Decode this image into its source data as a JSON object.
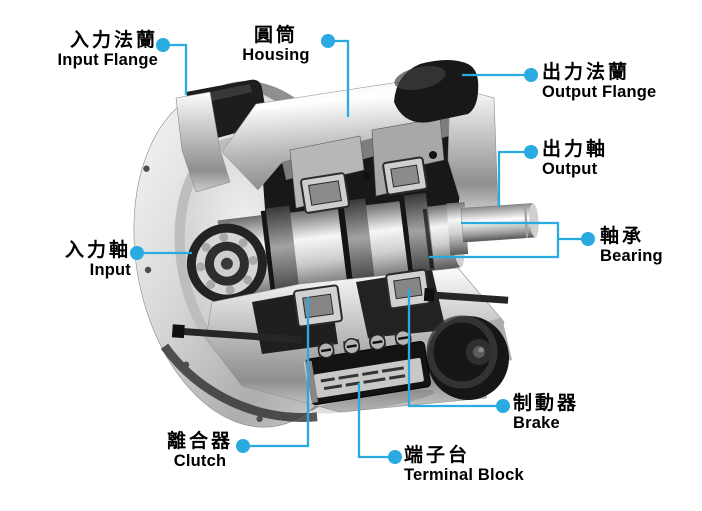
{
  "diagram": {
    "title_hint": "clutch-brake unit cutaway diagram",
    "background": "#ffffff",
    "accent_color": "#29abe2",
    "label_color": "#000000",
    "labels": [
      {
        "id": "input-flange",
        "zh": "入力法蘭",
        "en": "Input Flange"
      },
      {
        "id": "housing",
        "zh": "圓筒",
        "en": "Housing"
      },
      {
        "id": "output-flange",
        "zh": "出力法蘭",
        "en": "Output Flange"
      },
      {
        "id": "output-shaft",
        "zh": "出力軸",
        "en": "Output"
      },
      {
        "id": "bearing",
        "zh": "軸承",
        "en": "Bearing"
      },
      {
        "id": "input-shaft",
        "zh": "入力軸",
        "en": "Input"
      },
      {
        "id": "clutch",
        "zh": "離合器",
        "en": "Clutch"
      },
      {
        "id": "terminal-block",
        "zh": "端子台",
        "en": "Terminal Block"
      },
      {
        "id": "brake",
        "zh": "制動器",
        "en": "Brake"
      }
    ]
  }
}
